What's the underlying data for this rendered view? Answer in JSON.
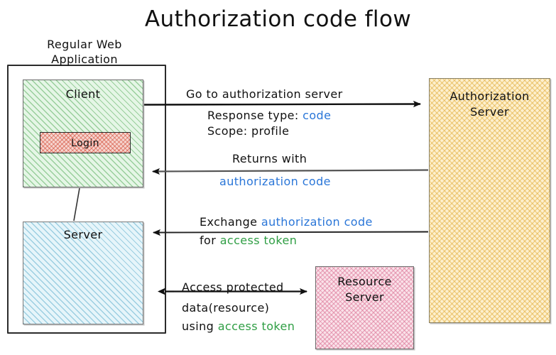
{
  "title": "Authorization code flow",
  "nodes": {
    "outer_container": {
      "label": "Regular Web\nApplication"
    },
    "client": {
      "label": "Client",
      "fill": "#d5f0d6",
      "hatch": "#5aaf5f"
    },
    "login": {
      "label": "Login",
      "fill": "#f6d6d0",
      "hatch": "#d4503c"
    },
    "server": {
      "label": "Server",
      "fill": "#d6eef6",
      "hatch": "#5fafcd"
    },
    "authorization_server": {
      "label": "Authorization\nServer",
      "fill": "#fdf0cf",
      "hatch": "#e0a830"
    },
    "resource_server": {
      "label": "Resource\nServer",
      "fill": "#fae3ea",
      "hatch": "#db7093"
    }
  },
  "flows": {
    "step1": {
      "title": "Go to authorization server",
      "param1_key": "Response type: ",
      "param1_value": "code",
      "param2": "Scope: profile",
      "direction": "client-to-authorization-server"
    },
    "step2": {
      "title": "Returns with",
      "value": "authorization code",
      "direction": "authorization-server-to-client"
    },
    "step3": {
      "prefix": "Exchange ",
      "code": "authorization code",
      "for_word": "for ",
      "token": "access token",
      "direction": "authorization-server-to-server"
    },
    "step4": {
      "line1": "Access protected",
      "line2": "data(resource)",
      "using_word": "using ",
      "token": "access token",
      "direction": "bidirectional"
    }
  },
  "colors": {
    "code_blue": "#2a76d8",
    "token_green": "#2f9e44",
    "stroke_black": "#111111"
  }
}
